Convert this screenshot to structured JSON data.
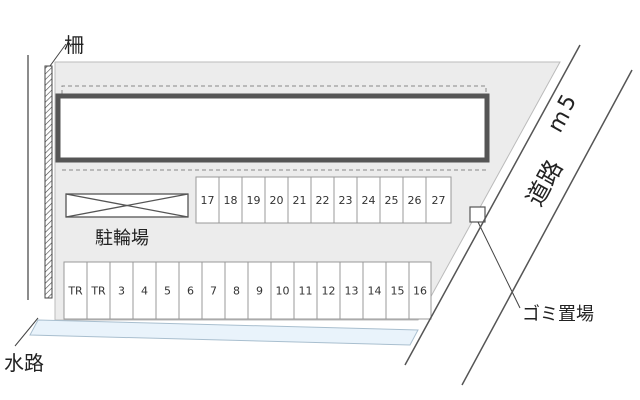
{
  "labels": {
    "fence": "柵",
    "bicycle_parking": "駐輪場",
    "garbage_area": "ゴミ置場",
    "waterway": "水路",
    "road_prefix": "5",
    "road_middle": "m",
    "road_suffix": "道路"
  },
  "top_spaces": [
    "17",
    "18",
    "19",
    "20",
    "21",
    "22",
    "23",
    "24",
    "25",
    "26",
    "27"
  ],
  "bottom_spaces": [
    "TR",
    "TR",
    "3",
    "4",
    "5",
    "6",
    "7",
    "8",
    "9",
    "10",
    "11",
    "12",
    "13",
    "14",
    "15",
    "16"
  ],
  "colors": {
    "lot_fill": "#ececec",
    "building_border": "#555555",
    "waterway_fill": "#e9f3fb"
  }
}
